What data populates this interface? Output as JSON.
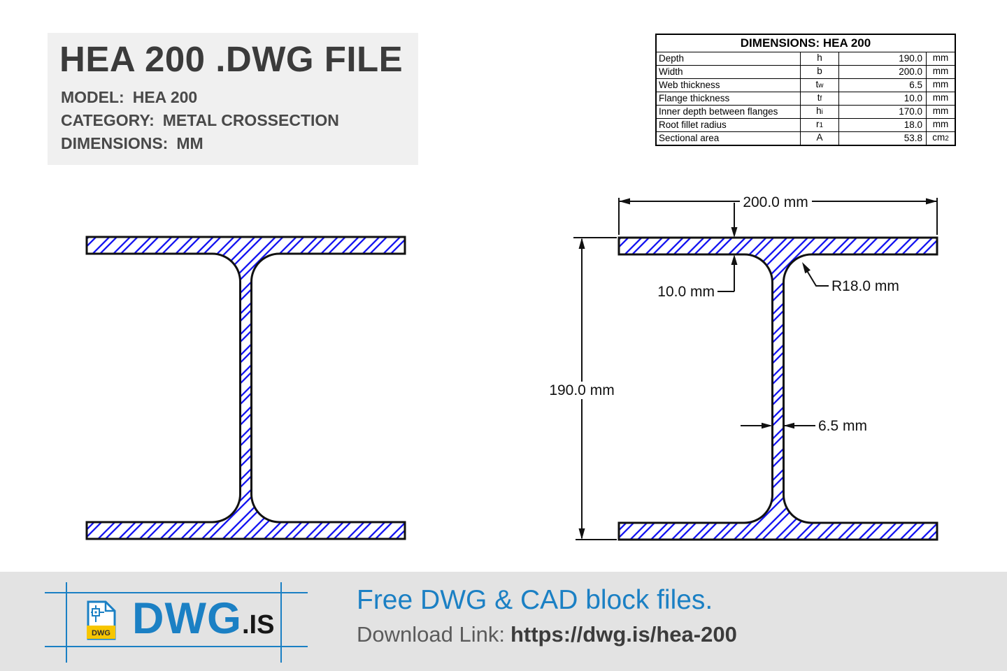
{
  "header": {
    "title": "HEA 200 .DWG FILE",
    "model_label": "MODEL:",
    "model_value": "HEA 200",
    "category_label": "CATEGORY:",
    "category_value": "METAL CROSSECTION",
    "dimensions_label": "DIMENSIONS:",
    "dimensions_value": "MM"
  },
  "spec_table": {
    "title": "DIMENSIONS: HEA 200",
    "rows": [
      {
        "label": "Depth",
        "symbol": "h",
        "symbol_sub": "",
        "value": "190.0",
        "unit": "mm",
        "unit_sub": ""
      },
      {
        "label": "Width",
        "symbol": "b",
        "symbol_sub": "",
        "value": "200.0",
        "unit": "mm",
        "unit_sub": ""
      },
      {
        "label": "Web thickness",
        "symbol": "t",
        "symbol_sub": "w",
        "value": "6.5",
        "unit": "mm",
        "unit_sub": ""
      },
      {
        "label": "Flange thickness",
        "symbol": "t",
        "symbol_sub": "f",
        "value": "10.0",
        "unit": "mm",
        "unit_sub": ""
      },
      {
        "label": "Inner depth between flanges",
        "symbol": "h",
        "symbol_sub": "i",
        "value": "170.0",
        "unit": "mm",
        "unit_sub": ""
      },
      {
        "label": "Root fillet radius",
        "symbol": "r",
        "symbol_sub": "1",
        "value": "18.0",
        "unit": "mm",
        "unit_sub": ""
      },
      {
        "label": "Sectional area",
        "symbol": "A",
        "symbol_sub": "",
        "value": "53.8",
        "unit": "cm",
        "unit_sub": "2"
      }
    ]
  },
  "drawing": {
    "width_label": "200.0 mm",
    "flange_label": "10.0 mm",
    "radius_label": "R18.0 mm",
    "height_label": "190.0 mm",
    "web_label": "6.5 mm",
    "hatch_color": "#0b0bf0",
    "outline_color": "#111111"
  },
  "footer": {
    "logo_file_label": "DWG",
    "logo_text": "DWG",
    "logo_suffix": ".IS",
    "tagline": "Free DWG & CAD block files.",
    "download_label": "Download Link:",
    "download_url": "https://dwg.is/hea-200",
    "accent_color": "#1b80c4",
    "logo_yellow": "#f7c600"
  }
}
